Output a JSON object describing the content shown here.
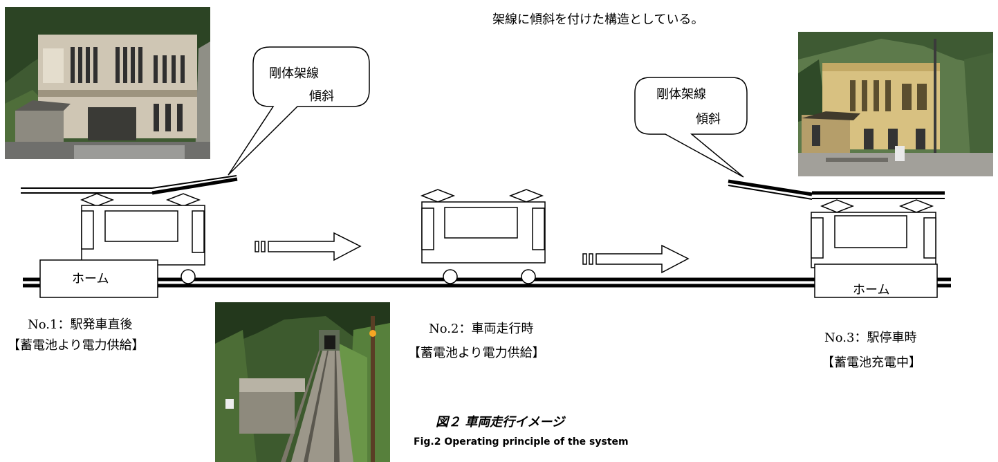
{
  "header_text": "架線に傾斜を付けた構造としている。",
  "callouts": [
    {
      "line1": "剛体架線",
      "line2": "傾斜"
    },
    {
      "line1": "剛体架線",
      "line2": "傾斜"
    }
  ],
  "platform_labels": [
    "ホーム",
    "ホーム"
  ],
  "stages": [
    {
      "title": "No.1：駅発車直後",
      "status": "【蓄電池より電力供給】"
    },
    {
      "title": "No.2：車両走行時",
      "status": "【蓄電池より電力供給】"
    },
    {
      "title": "No.3：駅停車時",
      "status": "【蓄電池充電中】"
    }
  ],
  "caption": {
    "jp": "図２ 車両走行イメージ",
    "en": "Fig.2 Operating principle of the system"
  },
  "photos": [
    {
      "icon": "station-building-photo"
    },
    {
      "icon": "yellow-station-photo"
    },
    {
      "icon": "tunnel-track-photo"
    }
  ],
  "colors": {
    "line": "#000000",
    "background": "#ffffff"
  }
}
